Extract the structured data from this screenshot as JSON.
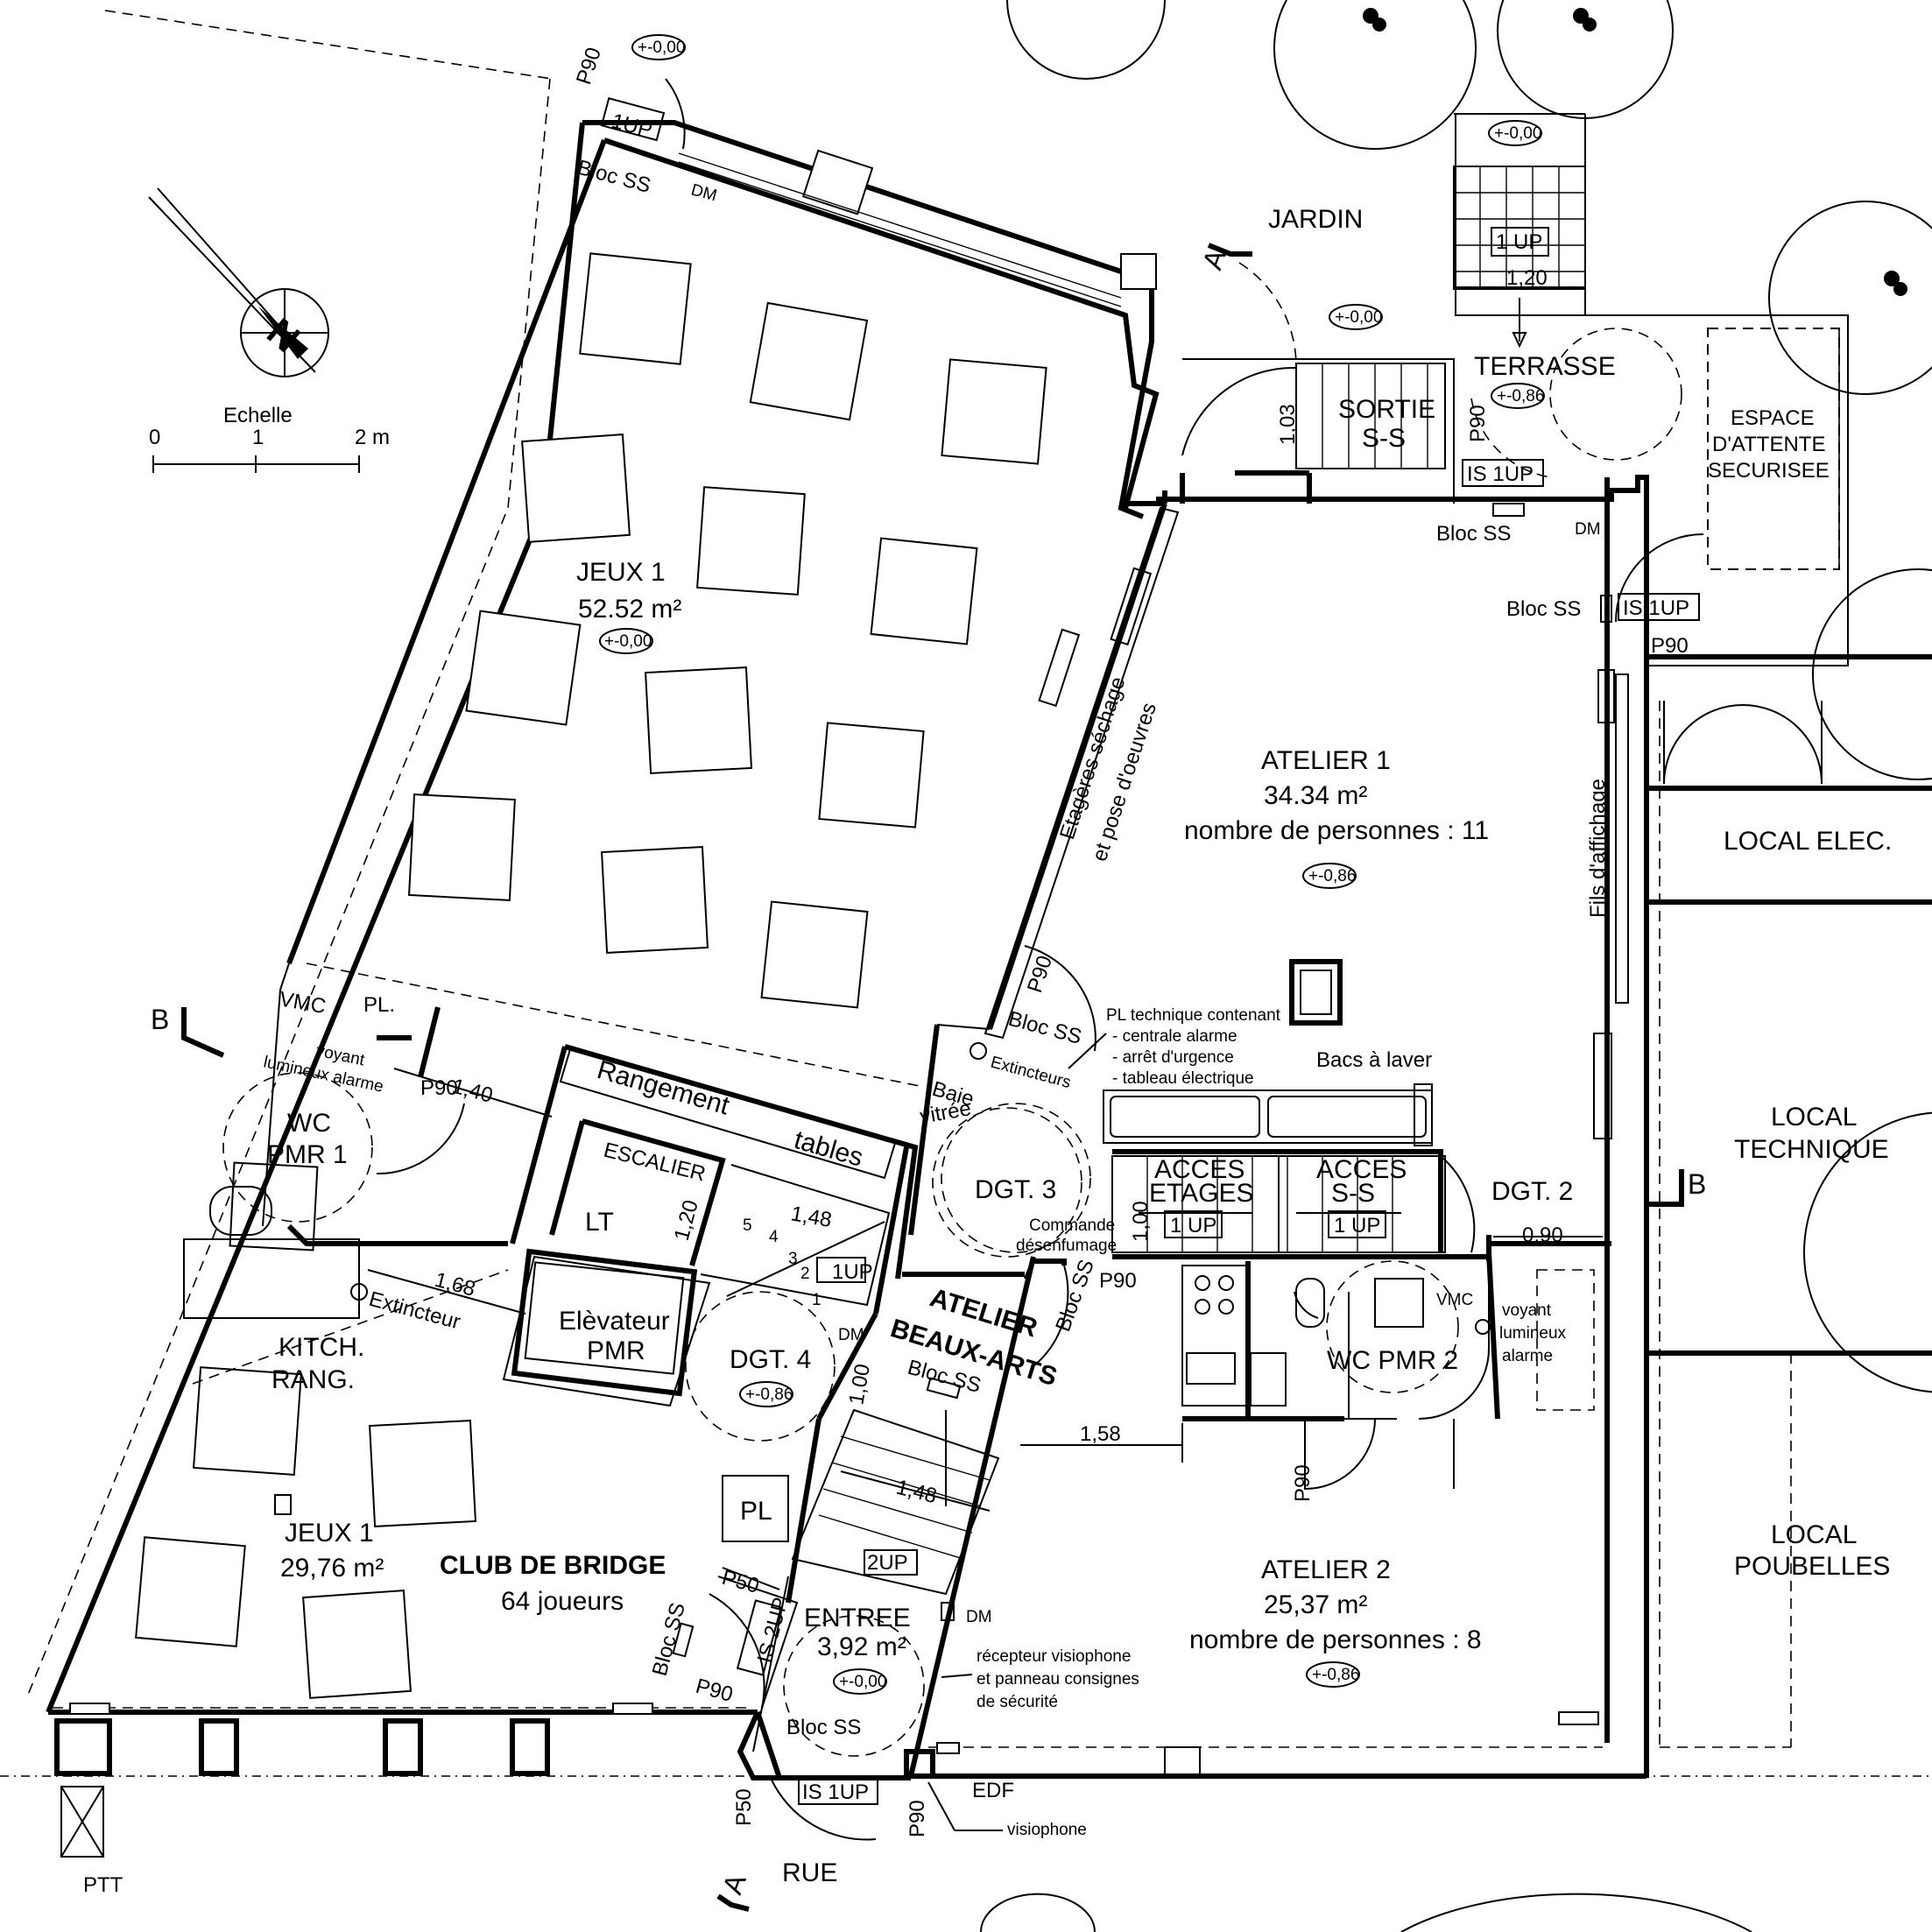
{
  "scale": {
    "title": "Echelle",
    "ticks": [
      "0",
      "1",
      "2 m"
    ]
  },
  "section_marks": {
    "a_top": "A",
    "a_bottom": "A",
    "b_left": "B",
    "b_right": "B"
  },
  "rooms": {
    "jeux1_top": {
      "name": "JEUX  1",
      "area": "52.52 m²",
      "level": "+-0,00"
    },
    "atelier1": {
      "name": "ATELIER 1",
      "area": "34.34 m²",
      "persons": "nombre de personnes : 11",
      "level": "+-0,86"
    },
    "jeux1_bottom": {
      "name": "JEUX  1",
      "area": "29,76 m²"
    },
    "club": {
      "name": "CLUB DE BRIDGE",
      "players": "64 joueurs"
    },
    "atelier2": {
      "name": "ATELIER 2",
      "area": "25,37 m²",
      "persons": "nombre de personnes : 8",
      "level": "+-0,86"
    },
    "entree": {
      "name": "ENTREE",
      "area": "3,92 m²",
      "level": "+-0,00"
    },
    "jardin": "JARDIN",
    "terrasse": {
      "name": "TERRASSE",
      "level": "+-0,86"
    },
    "sortie": {
      "line1": "SORTIE",
      "line2": "S-S"
    },
    "espace": {
      "line1": "ESPACE",
      "line2": "D'ATTENTE",
      "line3": "SECURISEE"
    },
    "local_elec": "LOCAL  ELEC.",
    "local_tech": {
      "line1": "LOCAL",
      "line2": "TECHNIQUE"
    },
    "local_poub": {
      "line1": "LOCAL",
      "line2": "POUBELLES"
    },
    "dgt3": "DGT. 3",
    "dgt2": "DGT. 2",
    "dgt4": {
      "name": "DGT. 4",
      "level": "+-0,86"
    },
    "wc1": {
      "line1": "WC",
      "line2": "PMR 1"
    },
    "wc2": "WC PMR 2",
    "kitch": {
      "line1": "KITCH.",
      "line2": "RANG."
    },
    "atelier_ba": {
      "line1": "ATELIER",
      "line2": "BEAUX-ARTS"
    },
    "acces_etages": {
      "line1": "ACCES",
      "line2": "ETAGES",
      "up": "1 UP"
    },
    "acces_ss": {
      "line1": "ACCES",
      "line2": "S-S",
      "up": "1 UP"
    },
    "elevateur": {
      "line1": "Elèvateur",
      "line2": "PMR"
    },
    "escalier": "ESCALIER",
    "lt": "LT",
    "pl1": "PL.",
    "pl2": "PL",
    "vmc1": "VMC",
    "vmc2": "VMC"
  },
  "labels": {
    "etageres1": "Etagères séchage",
    "etageres2": "et pose d'oeuvres",
    "fils": "Fils d'affichage",
    "pl_tech": [
      "PL technique contenant",
      "- centrale alarme",
      "- arrêt d'urgence",
      "- tableau électrique"
    ],
    "bacs": "Bacs à laver",
    "extincteurs": "Extincteurs",
    "extincteur": "Extincteur",
    "commande1": "Commande",
    "commande2": "désenfumage",
    "voyant1": [
      "voyant",
      "lumineux alarme"
    ],
    "voyant2": [
      "voyant",
      "lumineux",
      "alarme"
    ],
    "recepteur": [
      "récepteur visiophone",
      "et panneau consignes",
      "de sécurité"
    ],
    "rangement": "Rangement",
    "tables": "tables",
    "baie1": "Baie",
    "baie2": "vitrée",
    "edf": "EDF",
    "visiophone": "visiophone",
    "rue": "RUE",
    "ptt": "PTT"
  },
  "tags": {
    "bloc_ss": "Bloc SS",
    "dm": "DM",
    "p90": "P90",
    "p50": "P50",
    "up1": "1UP",
    "up1s": "1 UP",
    "is1up": "IS 1UP",
    "is2up": "IS 2UP",
    "up2": "2UP",
    "level0": "+-0,00",
    "level86": "+-0,86"
  },
  "dims": {
    "d120": "1,20",
    "d103": "1,03",
    "d140": "1,40",
    "d168": "1,68",
    "d148a": "1,48",
    "d148b": "1,48",
    "d120b": "1,20",
    "d100a": "1,00",
    "d100b": "1,00",
    "d090": "0,90",
    "d158": "1,58"
  },
  "stair_numbers": [
    "1",
    "2",
    "3",
    "4",
    "5"
  ]
}
